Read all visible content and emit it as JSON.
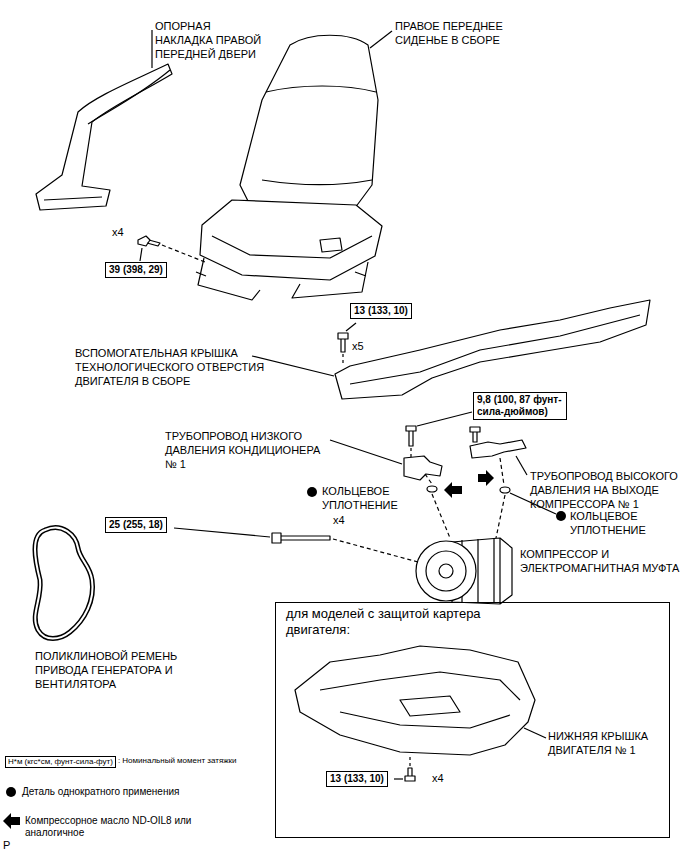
{
  "diagram": {
    "nodes": [
      {
        "text": [
          "39 (398, 29)"
        ]
      },
      {
        "text": [
          "13 (133, 10)"
        ]
      },
      {
        "text": [
          "9,8 (100, 87 фунт-сила-дюймов)"
        ]
      },
      {
        "text": [
          "25 (255, 18)"
        ]
      },
      {
        "text": [
          "для моделей с защитой картера двигателя:"
        ]
      },
      {
        "text": [
          "13 (133, 10)"
        ],
        "in": 4
      },
      {
        "text": [
          "Н*м (кгс*см, фунт-сила-фут)"
        ]
      }
    ],
    "labels": [
      "ОПОРНАЯ НАКЛАДКА ПРАВОЙ ПЕРЕДНЕЙ ДВЕРИ",
      "ПРАВОЕ ПЕРЕДНЕЕ СИДЕНЬЕ В СБОРЕ",
      "x4",
      "x5",
      "ВСПОМОГАТЕЛЬНАЯ КРЫШКА ТЕХНОЛОГИЧЕСКОГО ОТВЕРСТИЯ ДВИГАТЕЛЯ В СБОРЕ",
      "ТРУБОПРОВОД НИЗКОГО ДАВЛЕНИЯ КОНДИЦИОНЕРА № 1",
      "ТРУБОПРОВОД ВЫСОКОГО ДАВЛЕНИЯ НА ВЫХОДЕ КОМПРЕССОРА № 1",
      "КОЛЬЦЕВОЕ УПЛОТНЕНИЕ",
      "КОЛЬЦЕВОЕ УПЛОТНЕНИЕ",
      "x4",
      "КОМПРЕССОР И ЭЛЕКТРОМАГНИТНАЯ МУФТА",
      "ПОЛИКЛИНОВОЙ РЕМЕНЬ ПРИВОДА ГЕНЕРАТОРА И ВЕНТИЛЯТОРА",
      "НИЖНЯЯ КРЫШКА ДВИГАТЕЛЯ № 1",
      "x4",
      "P"
    ],
    "legend": [
      {
        "text": ": Номинальный момент затяжки"
      },
      {
        "text": "Деталь однократного применения"
      },
      {
        "text": "Компрессорное масло ND-OIL8 или аналогичное"
      }
    ]
  }
}
